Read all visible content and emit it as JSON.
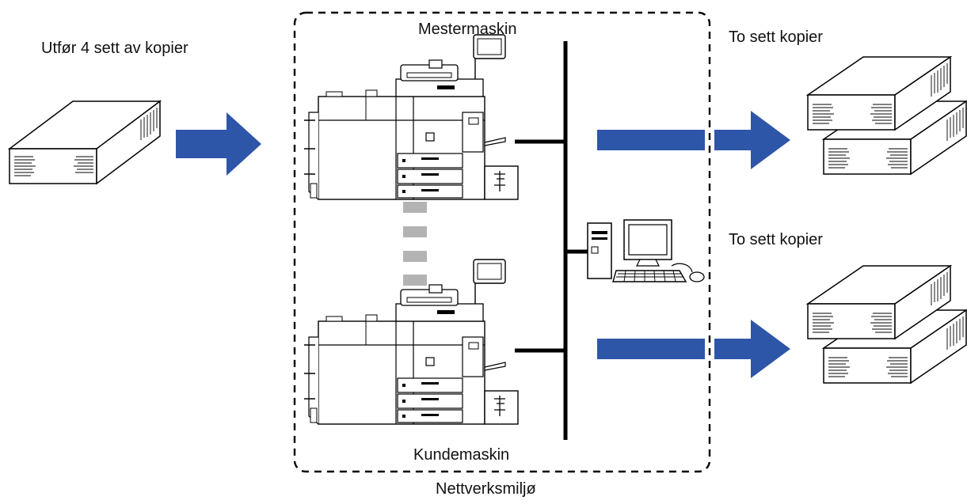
{
  "labels": {
    "source": "Utfør 4 sett av kopier",
    "master": "Mestermaskin",
    "client": "Kundemaskin",
    "network": "Nettverksmiljø",
    "output_top": "To sett kopier",
    "output_bottom": "To sett kopier"
  },
  "colors": {
    "arrow": "#2e56a8",
    "ink": "#000000",
    "gap_dash": "#b3b3b3",
    "paper": "#ffffff"
  },
  "icons": [
    "document-stack-icon",
    "arrow-right-icon",
    "printer-icon",
    "network-line",
    "desktop-computer-icon"
  ]
}
